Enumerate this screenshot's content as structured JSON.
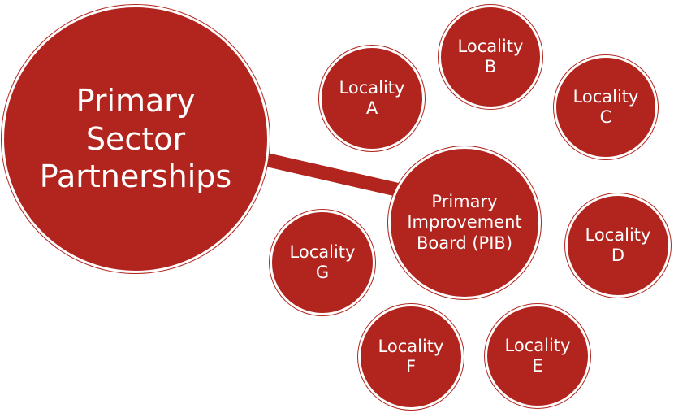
{
  "colors": {
    "node_fill": "#b1251e",
    "node_outline": "#ffffff",
    "text": "#ffffff",
    "background": "#ffffff"
  },
  "main_node": {
    "lines": [
      "Primary",
      "Sector",
      "Partnerships"
    ]
  },
  "hub_node": {
    "lines": [
      "Primary",
      "Improvement",
      "Board (PIB)"
    ]
  },
  "localities": [
    {
      "lines": [
        "Locality",
        "A"
      ]
    },
    {
      "lines": [
        "Locality",
        "B"
      ]
    },
    {
      "lines": [
        "Locality",
        "C"
      ]
    },
    {
      "lines": [
        "Locality",
        "D"
      ]
    },
    {
      "lines": [
        "Locality",
        "E"
      ]
    },
    {
      "lines": [
        "Locality",
        "F"
      ]
    },
    {
      "lines": [
        "Locality",
        "G"
      ]
    }
  ]
}
